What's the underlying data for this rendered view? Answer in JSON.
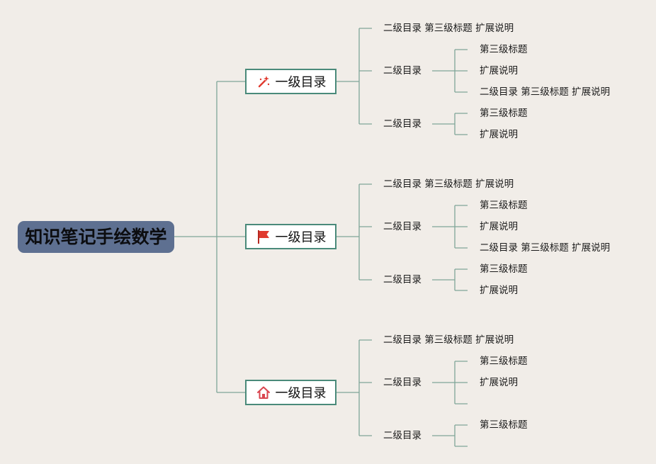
{
  "root": {
    "label": "知识笔记手绘数学"
  },
  "branches": [
    {
      "label": "一级目录",
      "icon": "magic-wand-icon",
      "children": [
        {
          "label": "二级目录 第三级标题 扩展说明",
          "children": []
        },
        {
          "label": "二级目录",
          "children": [
            "第三级标题",
            "扩展说明",
            "二级目录 第三级标题 扩展说明"
          ]
        },
        {
          "label": "二级目录",
          "children": [
            "第三级标题",
            "扩展说明"
          ]
        }
      ]
    },
    {
      "label": "一级目录",
      "icon": "red-flag-icon",
      "children": [
        {
          "label": "二级目录 第三级标题 扩展说明",
          "children": []
        },
        {
          "label": "二级目录",
          "children": [
            "第三级标题",
            "扩展说明",
            "二级目录 第三级标题 扩展说明"
          ]
        },
        {
          "label": "二级目录",
          "children": [
            "第三级标题",
            "扩展说明"
          ]
        }
      ]
    },
    {
      "label": "一级目录",
      "icon": "home-icon",
      "children": [
        {
          "label": "二级目录 第三级标题 扩展说明",
          "children": []
        },
        {
          "label": "二级目录",
          "children": [
            "第三级标题",
            "扩展说明",
            ""
          ]
        },
        {
          "label": "二级目录",
          "children": [
            "第三级标题",
            ""
          ]
        }
      ]
    }
  ],
  "colors": {
    "background": "#f1ede8",
    "root_fill": "#5e7091",
    "connector": "#7fa697",
    "node_border": "#4a8a7a",
    "flag_red": "#e03a2f",
    "home_red": "#d9454f"
  }
}
